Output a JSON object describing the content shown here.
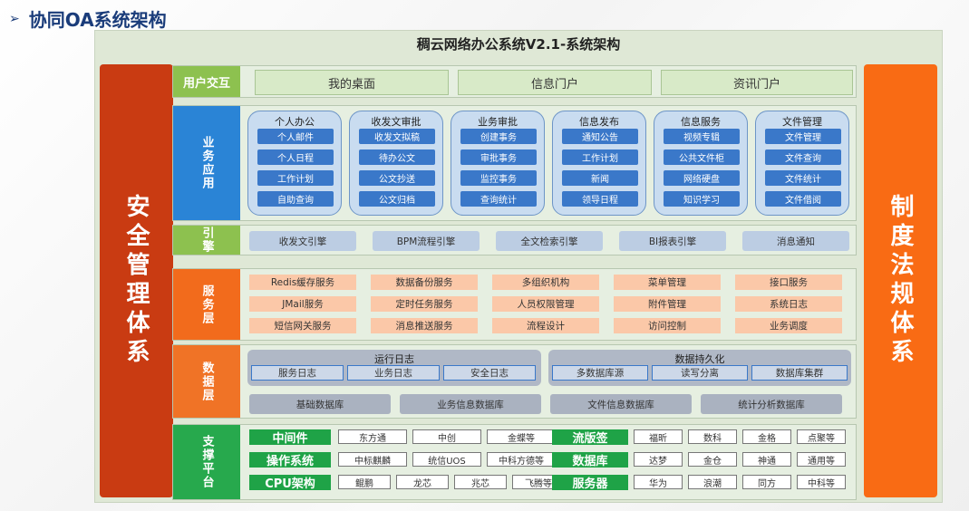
{
  "heading": {
    "arrow": "➢",
    "text": "协同OA系统架构"
  },
  "title": "稠云网络办公系统V2.1-系统架构",
  "left_side": "安全管理体系",
  "right_side": "制度法规体系",
  "colors": {
    "ui": "#8dc14f",
    "biz": "#2a84d6",
    "engine": "#8dc14f",
    "service": "#f26b1c",
    "data": "#f07326",
    "support": "#27a94d"
  },
  "user_interaction": {
    "label": "用户交互",
    "items": [
      "我的桌面",
      "信息门户",
      "资讯门户"
    ]
  },
  "business": {
    "label": "业务应用",
    "groups": [
      {
        "title": "个人办公",
        "items": [
          "个人邮件",
          "个人日程",
          "工作计划",
          "自助查询"
        ]
      },
      {
        "title": "收发文审批",
        "items": [
          "收发文拟稿",
          "待办公文",
          "公文抄送",
          "公文归档"
        ]
      },
      {
        "title": "业务审批",
        "items": [
          "创建事务",
          "审批事务",
          "监控事务",
          "查询统计"
        ]
      },
      {
        "title": "信息发布",
        "items": [
          "通知公告",
          "工作计划",
          "新闻",
          "领导日程"
        ]
      },
      {
        "title": "信息服务",
        "items": [
          "视频专辑",
          "公共文件柜",
          "网络硬盘",
          "知识学习"
        ]
      },
      {
        "title": "文件管理",
        "items": [
          "文件管理",
          "文件查询",
          "文件统计",
          "文件借阅"
        ]
      }
    ]
  },
  "engine": {
    "label": "引擎",
    "items": [
      "收发文引擎",
      "BPM流程引擎",
      "全文检索引擎",
      "BI报表引擎",
      "消息通知"
    ]
  },
  "service": {
    "label": "服务层",
    "rows": [
      [
        "Redis缓存服务",
        "数据备份服务",
        "多组织机构",
        "菜单管理",
        "接口服务"
      ],
      [
        "JMail服务",
        "定时任务服务",
        "人员权限管理",
        "附件管理",
        "系统日志"
      ],
      [
        "短信网关服务",
        "消息推送服务",
        "流程设计",
        "访问控制",
        "业务调度"
      ]
    ]
  },
  "data": {
    "label": "数据层",
    "log": {
      "title": "运行日志",
      "items": [
        "服务日志",
        "业务日志",
        "安全日志"
      ]
    },
    "persist": {
      "title": "数据持久化",
      "items": [
        "多数据库源",
        "读写分离",
        "数据库集群"
      ]
    },
    "bottom": [
      "基础数据库",
      "业务信息数据库",
      "文件信息数据库",
      "统计分析数据库"
    ]
  },
  "support": {
    "label": "支撑平台",
    "rows": [
      {
        "left": "中间件",
        "left_items": [
          "东方通",
          "中创",
          "金蝶等"
        ],
        "right": "流版签",
        "right_items": [
          "福昕",
          "数科",
          "金格",
          "点聚等"
        ]
      },
      {
        "left": "操作系统",
        "left_items": [
          "中标麒麟",
          "统信UOS",
          "中科方德等"
        ],
        "right": "数据库",
        "right_items": [
          "达梦",
          "金仓",
          "神通",
          "通用等"
        ]
      },
      {
        "left": "CPU架构",
        "left_items": [
          "鲲鹏",
          "龙芯",
          "兆芯",
          "飞腾等"
        ],
        "right": "服务器",
        "right_items": [
          "华为",
          "浪潮",
          "同方",
          "中科等"
        ]
      }
    ]
  }
}
